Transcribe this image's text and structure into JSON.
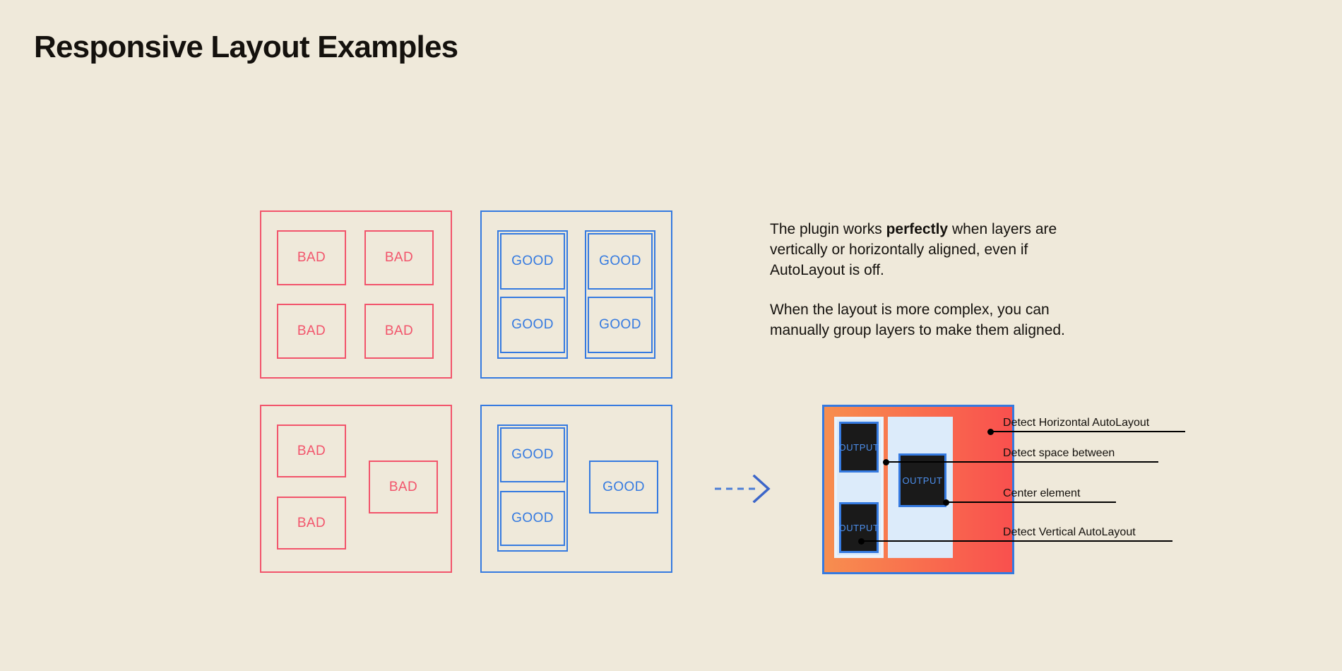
{
  "page": {
    "title": "Responsive Layout Examples",
    "background_color": "#EFE9DA",
    "bad_color": "#F2546B",
    "good_color": "#357AE0",
    "text_color": "#14110D"
  },
  "examples": {
    "top_bad": {
      "label": "unaligned-grid-bad",
      "cells": [
        {
          "label": "BAD"
        },
        {
          "label": "BAD"
        },
        {
          "label": "BAD"
        },
        {
          "label": "BAD"
        }
      ]
    },
    "top_good": {
      "label": "aligned-grid-good",
      "groups": [
        {
          "cells": [
            {
              "label": "GOOD"
            },
            {
              "label": "GOOD"
            }
          ]
        },
        {
          "cells": [
            {
              "label": "GOOD"
            },
            {
              "label": "GOOD"
            }
          ]
        }
      ]
    },
    "bottom_bad": {
      "label": "complex-layout-bad",
      "cells": [
        {
          "label": "BAD"
        },
        {
          "label": "BAD"
        },
        {
          "label": "BAD"
        }
      ]
    },
    "bottom_good": {
      "label": "complex-layout-good",
      "grouped_cells": [
        {
          "label": "GOOD"
        },
        {
          "label": "GOOD"
        }
      ],
      "loose_cells": [
        {
          "label": "GOOD"
        }
      ]
    }
  },
  "copy": {
    "paragraph_1_part_1": "The plugin works ",
    "paragraph_1_bold": "perfectly",
    "paragraph_1_part_2": " when layers are vertically or horizontally aligned, even if AutoLayout is off.",
    "paragraph_2": "When the layout is more complex, you can manually group layers to make them aligned."
  },
  "arrow": {
    "icon_name": "dashed-right-arrow-icon",
    "color": "#357AE0",
    "style": "dashed"
  },
  "mockup": {
    "fill_gradient_from": "#F78E4F",
    "fill_gradient_to": "#F9504E",
    "border_color": "#357AE0",
    "panel_color": "#DCEBFA",
    "output_box_color": "#1A1A1A",
    "output_text_color": "#4D90EE",
    "output_boxes": [
      {
        "label": "OUTPUT"
      },
      {
        "label": "OUTPUT"
      },
      {
        "label": "OUTPUT"
      }
    ]
  },
  "annotations": [
    {
      "label": "Detect Horizontal AutoLayout"
    },
    {
      "label": "Detect space between"
    },
    {
      "label": "Center element"
    },
    {
      "label": "Detect Vertical AutoLayout"
    }
  ]
}
